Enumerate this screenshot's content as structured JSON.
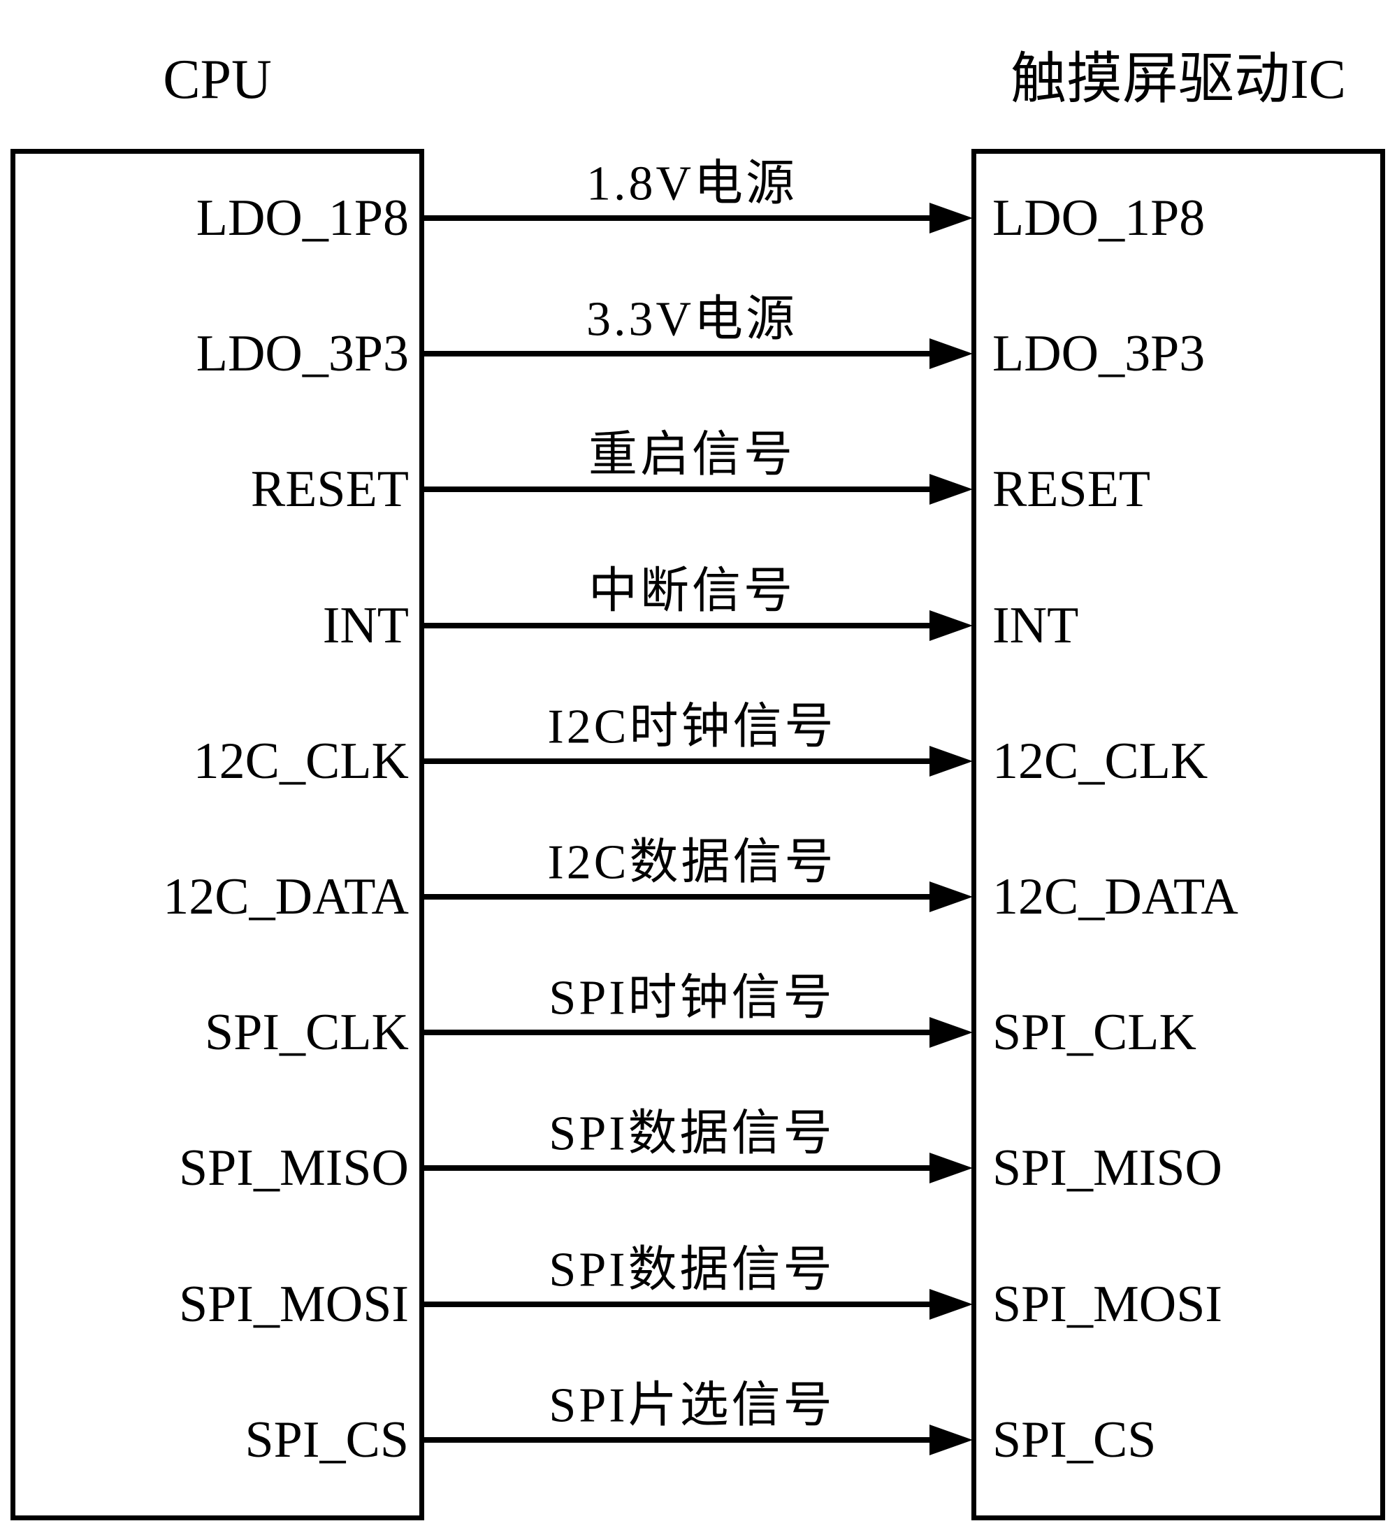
{
  "figure": {
    "colors": {
      "ink": "#000000",
      "background": "#ffffff"
    }
  },
  "cpu_block": {
    "title": "CPU",
    "pins": [
      "LDO_1P8",
      "LDO_3P3",
      "RESET",
      "INT",
      "12C_CLK",
      "12C_DATA",
      "SPI_CLK",
      "SPI_MISO",
      "SPI_MOSI",
      "SPI_CS"
    ]
  },
  "driver_block": {
    "title": "触摸屏驱动IC",
    "pins": [
      "LDO_1P8",
      "LDO_3P3",
      "RESET",
      "INT",
      "12C_CLK",
      "12C_DATA",
      "SPI_CLK",
      "SPI_MISO",
      "SPI_MOSI",
      "SPI_CS"
    ]
  },
  "connections": [
    {
      "from": "LDO_1P8",
      "to": "LDO_1P8",
      "label": "1.8V电源",
      "direction": "left-to-right"
    },
    {
      "from": "LDO_3P3",
      "to": "LDO_3P3",
      "label": "3.3V电源",
      "direction": "left-to-right"
    },
    {
      "from": "RESET",
      "to": "RESET",
      "label": "重启信号",
      "direction": "left-to-right"
    },
    {
      "from": "INT",
      "to": "INT",
      "label": "中断信号",
      "direction": "left-to-right"
    },
    {
      "from": "12C_CLK",
      "to": "12C_CLK",
      "label": "I2C时钟信号",
      "direction": "left-to-right"
    },
    {
      "from": "12C_DATA",
      "to": "12C_DATA",
      "label": "I2C数据信号",
      "direction": "left-to-right"
    },
    {
      "from": "SPI_CLK",
      "to": "SPI_CLK",
      "label": "SPI时钟信号",
      "direction": "left-to-right"
    },
    {
      "from": "SPI_MISO",
      "to": "SPI_MISO",
      "label": "SPI数据信号",
      "direction": "left-to-right"
    },
    {
      "from": "SPI_MOSI",
      "to": "SPI_MOSI",
      "label": "SPI数据信号",
      "direction": "left-to-right"
    },
    {
      "from": "SPI_CS",
      "to": "SPI_CS",
      "label": "SPI片选信号",
      "direction": "left-to-right"
    }
  ]
}
